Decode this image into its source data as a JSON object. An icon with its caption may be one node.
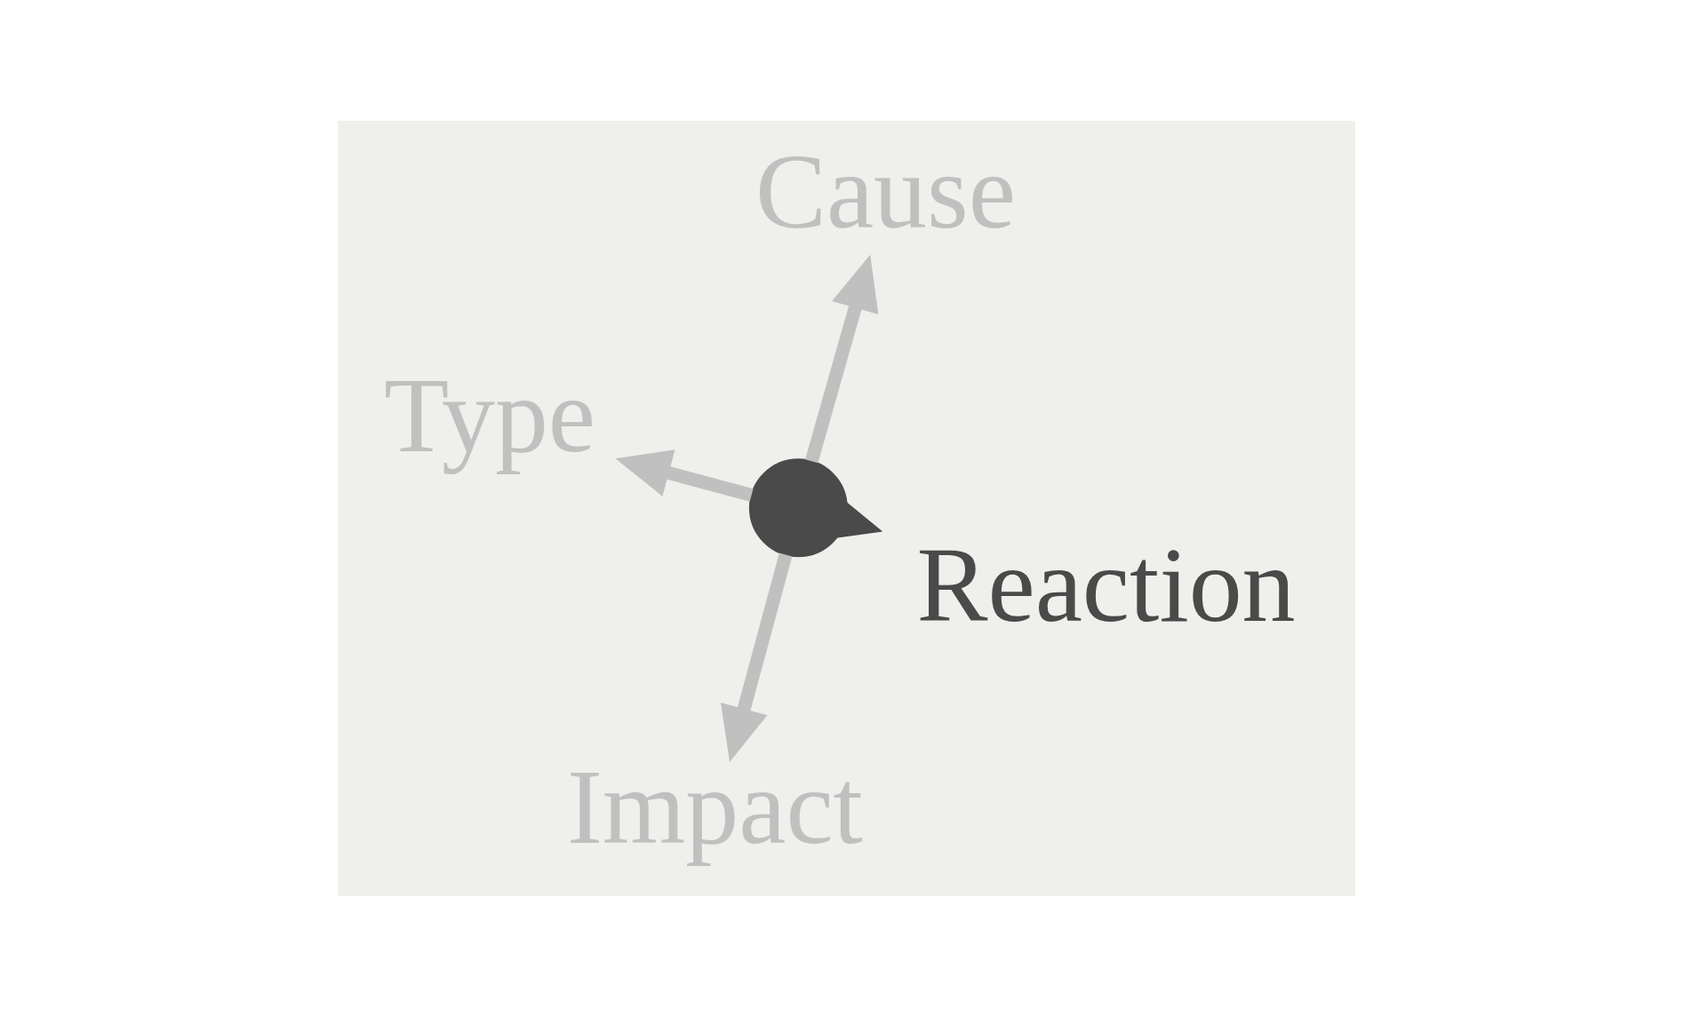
{
  "diagram": {
    "nodes": [
      {
        "text": [
          "Type"
        ]
      },
      {
        "text": [
          "Reaction"
        ]
      },
      {
        "text": [
          "Impact"
        ]
      },
      {
        "text": [],
        "shape": "circle"
      },
      {
        "text": [
          "Cause"
        ]
      }
    ],
    "edges": [
      {
        "from": 3,
        "to": 0,
        "arrow": "to"
      },
      {
        "from": 3,
        "to": 1,
        "arrow": "to",
        "color": "#4a4a4a"
      },
      {
        "from": 3,
        "to": 2,
        "arrow": "to"
      },
      {
        "from": 3,
        "to": 4,
        "arrow": "to"
      }
    ]
  }
}
